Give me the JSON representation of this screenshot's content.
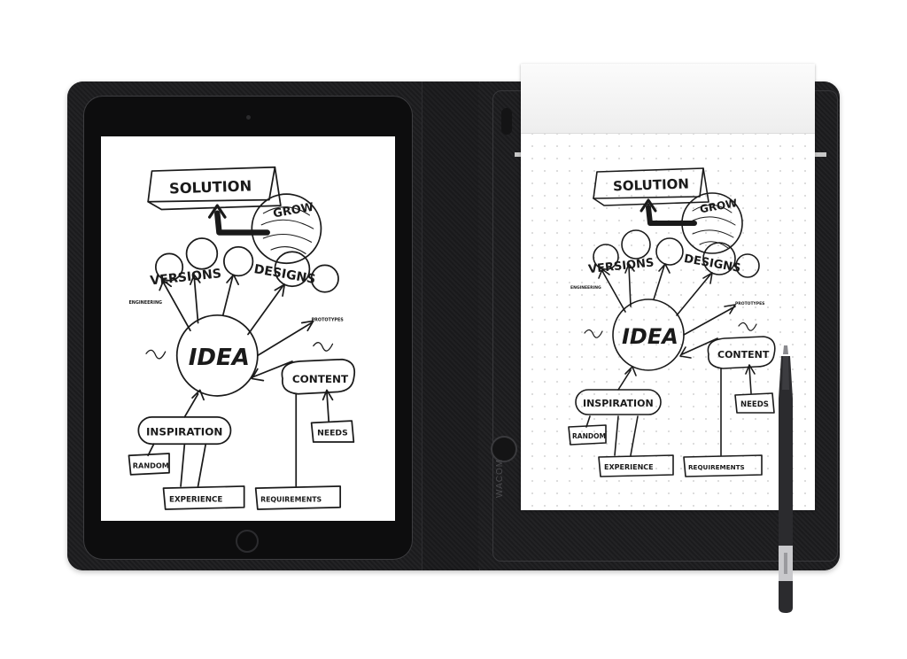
{
  "brand_mark": "WACOM",
  "mind_map": {
    "solution": "SOLUTION",
    "grow": "GROW",
    "versions": "VERSIONS",
    "designs": "DESIGNS",
    "engineering": "ENGINEERING",
    "prototypes": "PROTOTYPES",
    "idea": "IDEA",
    "inspiration": "INSPIRATION",
    "content": "CONTENT",
    "random": "RANDOM",
    "needs": "NEEDS",
    "experience": "EXPERIENCE",
    "requirements": "REQUIREMENTS"
  },
  "colors": {
    "case": "#1f1f21",
    "ink": "#1a1a1a",
    "paper": "#ffffff",
    "pen": "#2b2b2e",
    "pen_band": "#c9c9cc"
  }
}
